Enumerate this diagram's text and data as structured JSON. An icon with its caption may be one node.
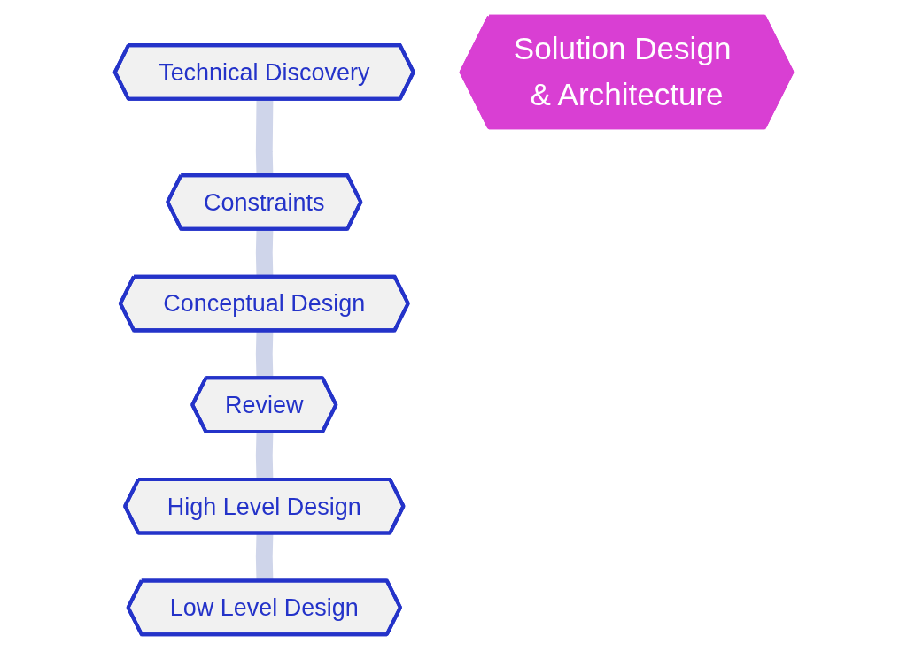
{
  "diagram": {
    "nodes": [
      {
        "text": [
          "Technical Discovery"
        ]
      },
      {
        "text": [
          "Low Level Design"
        ]
      },
      {
        "text": [
          "Constraints"
        ]
      },
      {
        "text": [
          "Solution Design & Architecture"
        ]
      },
      {
        "text": [
          "High Level Design"
        ]
      },
      {
        "text": [
          "Conceptual Design"
        ]
      },
      {
        "text": [
          "Review"
        ]
      }
    ],
    "edges": [
      {
        "from": 0,
        "to": 2,
        "arrow": "none"
      },
      {
        "from": 2,
        "to": 5,
        "arrow": "none"
      },
      {
        "from": 5,
        "to": 6,
        "arrow": "none"
      },
      {
        "from": 6,
        "to": 4,
        "arrow": "none"
      },
      {
        "from": 4,
        "to": 1,
        "arrow": "none"
      }
    ]
  }
}
